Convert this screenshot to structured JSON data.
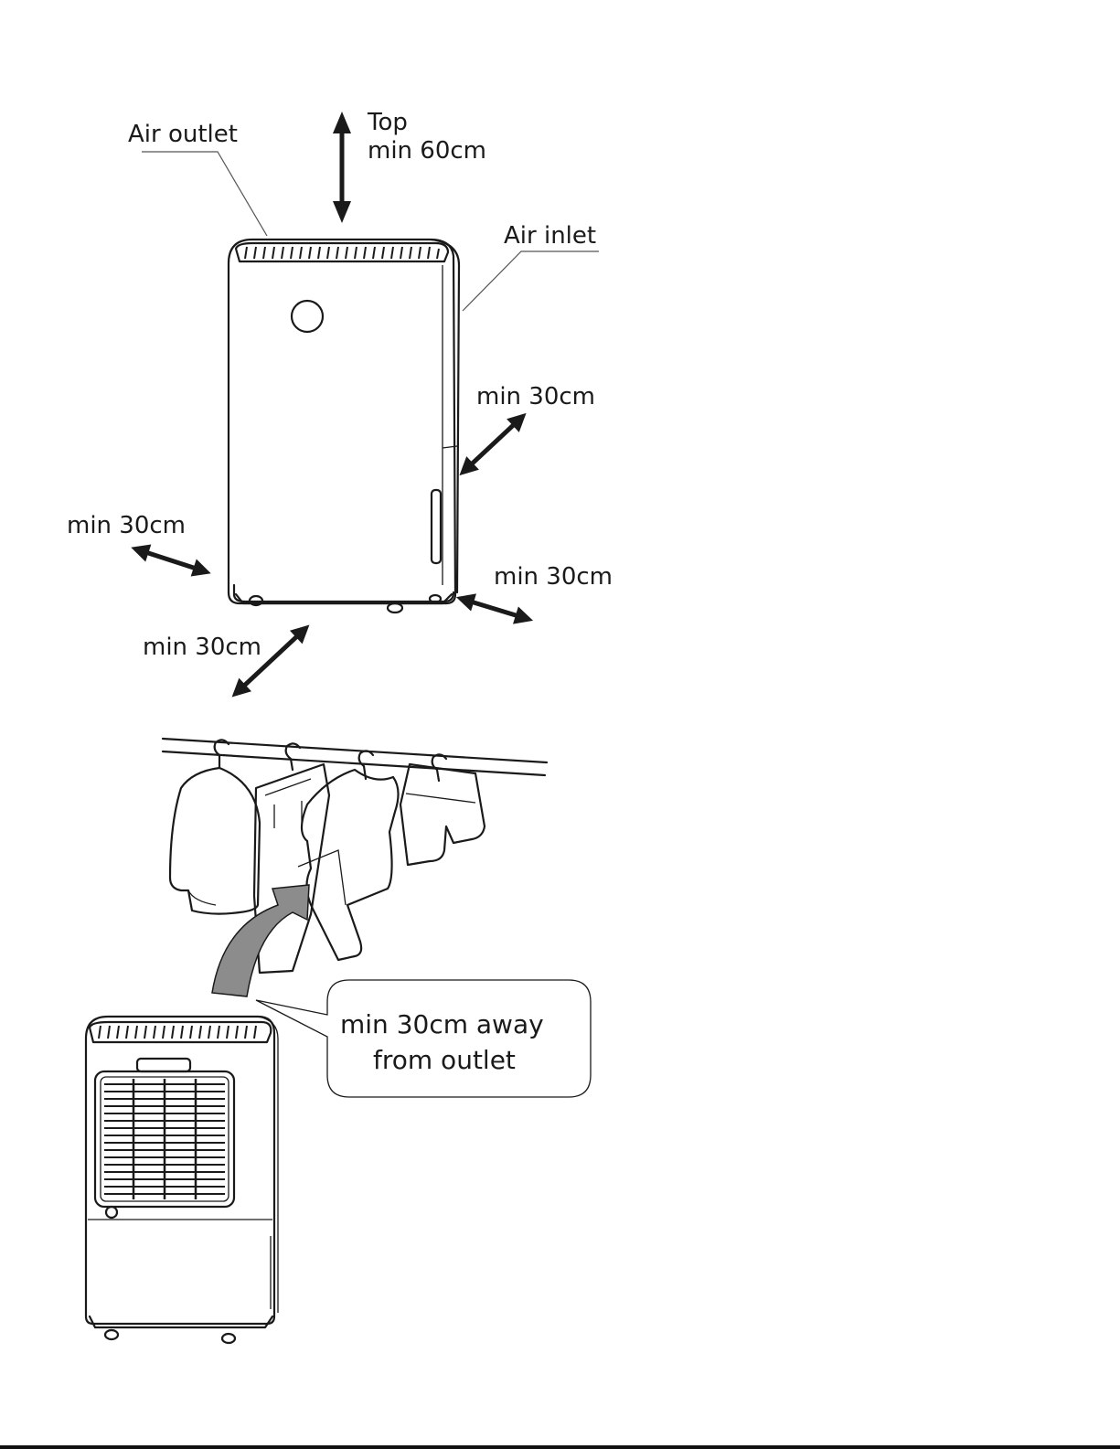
{
  "labels": {
    "air_outlet": "Air outlet",
    "air_inlet": "Air inlet",
    "top_line1": "Top",
    "top_line2": "min 60cm",
    "right_back": "min 30cm",
    "left": "min 30cm",
    "right_front": "min 30cm",
    "front": "min 30cm",
    "callout_line1": "min 30cm away",
    "callout_line2": "from outlet"
  },
  "colors": {
    "line": "#1a1a1a",
    "airflow_arrow": "#8c8c8c",
    "background": "#ffffff"
  },
  "icons": {
    "distance_arrow": "double-headed-arrow",
    "airflow": "curved-arrow"
  }
}
